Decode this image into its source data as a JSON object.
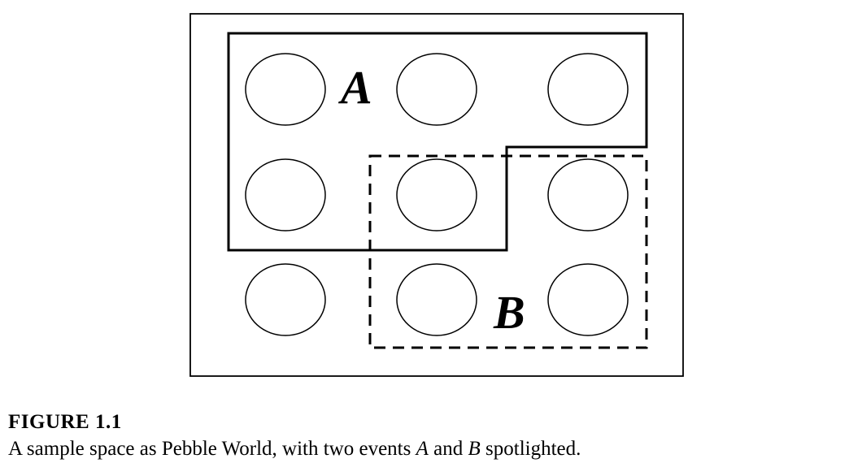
{
  "figure": {
    "label": "FIGURE 1.1",
    "caption_before": "A sample space as Pebble World, with two events ",
    "event_a": "A",
    "caption_mid": " and ",
    "event_b": "B",
    "caption_after": " spotlighted."
  },
  "diagram": {
    "pebbles_per_row": 3,
    "pebble_rows": 3,
    "event_a_label": "A",
    "event_b_label": "B",
    "event_a_style": "solid",
    "event_b_style": "dashed"
  }
}
